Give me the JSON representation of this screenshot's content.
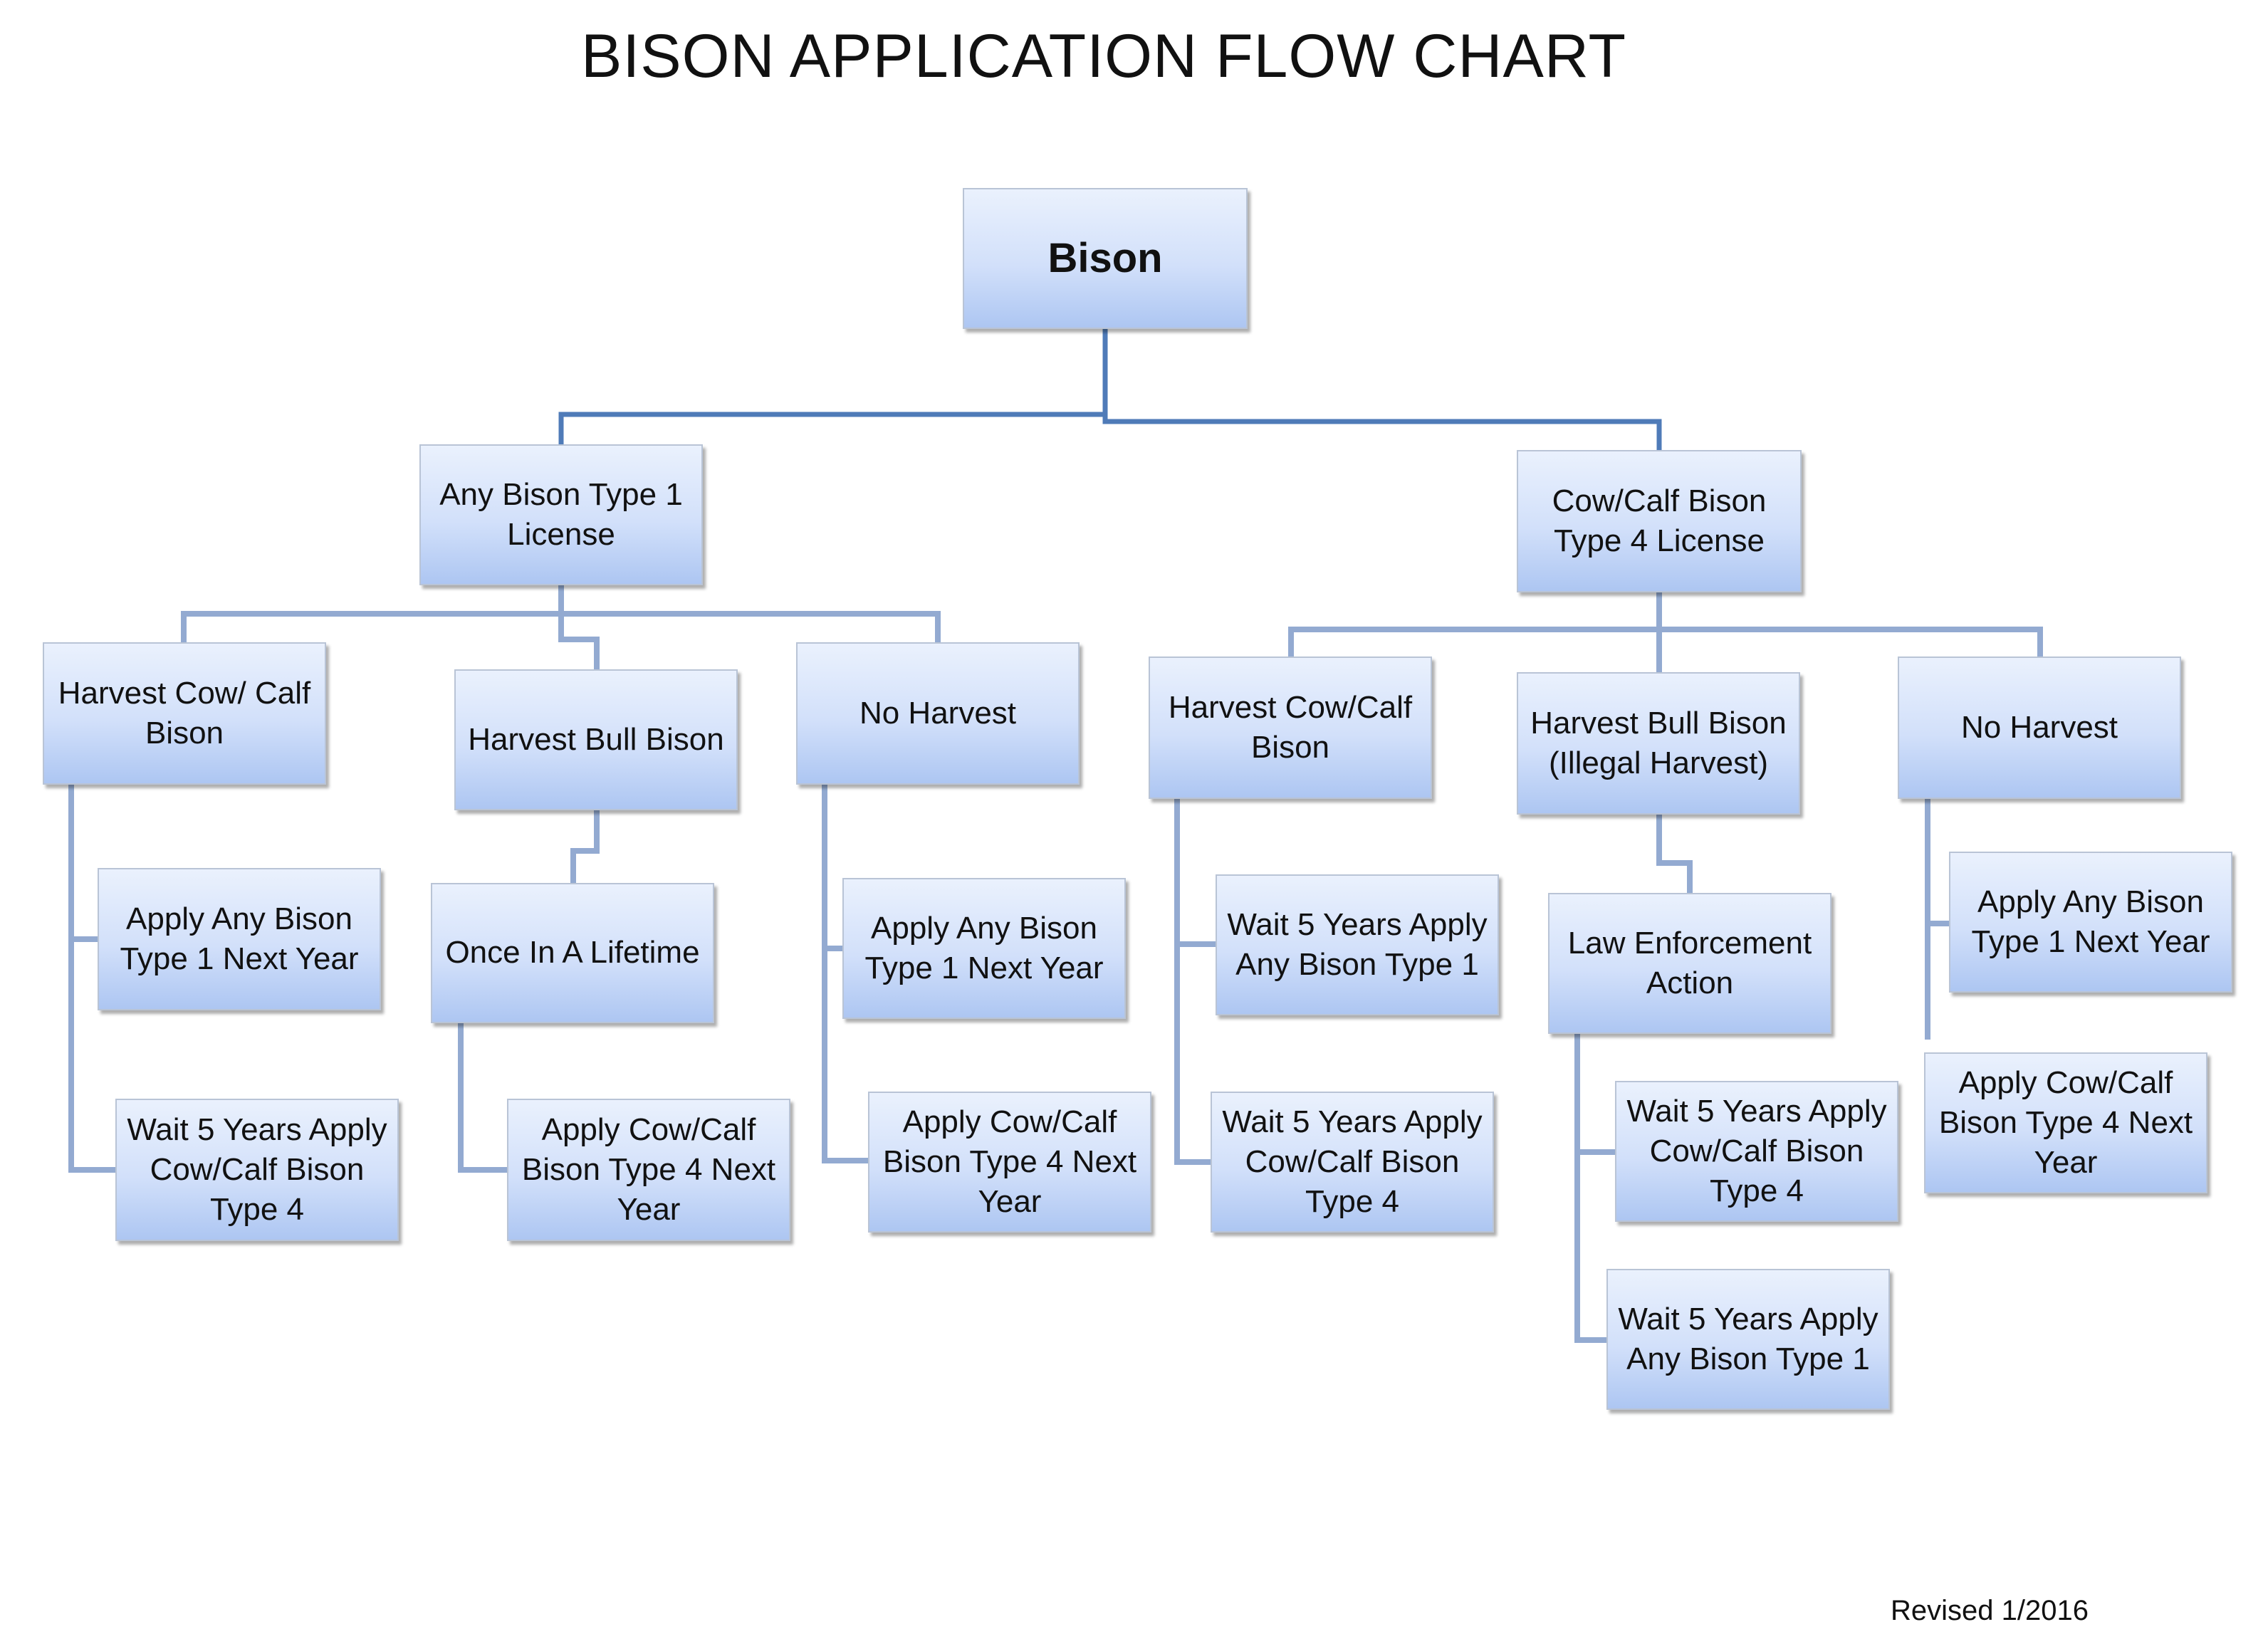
{
  "title": "BISON APPLICATION FLOW CHART",
  "footer": "Revised 1/2016",
  "nodes": {
    "root": "Bison",
    "type1_license": "Any Bison Type 1\nLicense",
    "type4_license": "Cow/Calf Bison\nType 4 License",
    "t1_harvest_cowcalf": "Harvest Cow/ Calf\nBison",
    "t1_harvest_bull": "Harvest Bull Bison",
    "t1_no_harvest": "No Harvest",
    "t1_cowcalf_apply_type1": "Apply Any Bison\nType 1 Next Year",
    "t1_cowcalf_wait_type4": "Wait 5 Years Apply\nCow/Calf Bison\nType 4",
    "t1_bull_once_lifetime": "Once In A Lifetime",
    "t1_bull_apply_type4": "Apply Cow/Calf\nBison Type 4 Next\nYear",
    "t1_noharvest_apply_type1": "Apply Any Bison\nType 1 Next Year",
    "t1_noharvest_apply_type4": "Apply Cow/Calf\nBison Type 4 Next\nYear",
    "t4_harvest_cowcalf": "Harvest Cow/Calf\nBison",
    "t4_harvest_bull": "Harvest Bull Bison\n(Illegal Harvest)",
    "t4_no_harvest": "No Harvest",
    "t4_cowcalf_wait_type1": "Wait 5 Years Apply\nAny Bison Type 1",
    "t4_cowcalf_wait_type4": "Wait 5 Years Apply\nCow/Calf Bison\nType 4",
    "t4_bull_law_enforcement": "Law Enforcement\nAction",
    "t4_bull_wait_type4": "Wait 5 Years Apply\nCow/Calf Bison\nType 4",
    "t4_bull_wait_type1": "Wait 5 Years Apply\nAny Bison Type 1",
    "t4_noharvest_apply_type1": "Apply Any Bison\nType 1 Next Year",
    "t4_noharvest_apply_type4": "Apply Cow/Calf\nBison Type 4 Next\nYear"
  },
  "colors": {
    "top_connector": "#4f7bb8",
    "connector": "#93aad1"
  }
}
